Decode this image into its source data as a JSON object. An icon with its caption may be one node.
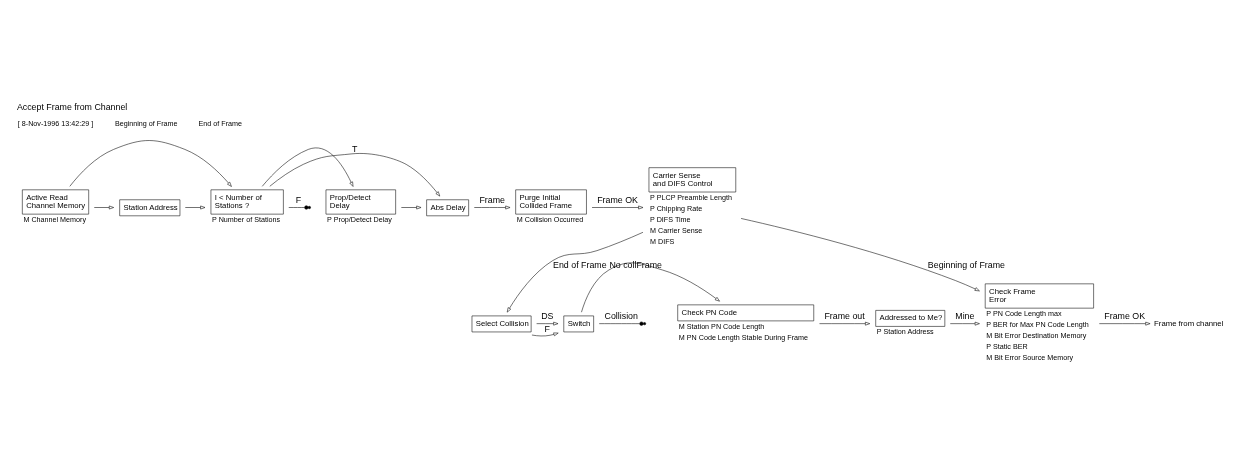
{
  "diagram": {
    "title": "Accept Frame from Channel",
    "nodes": [
      {
        "text": [
          "Active Read Channel Memory"
        ],
        "beside": [
          "M Channel Memory"
        ]
      },
      {
        "text": [
          "Station Address"
        ]
      },
      {
        "text": [
          "I < Number of Stations ?"
        ],
        "beside": [
          "P Number of Stations"
        ]
      },
      {
        "text": [
          "Prop/Detect Delay"
        ],
        "beside": [
          "P Prop/Detect Delay"
        ]
      },
      {
        "text": [
          "Abs Delay"
        ]
      },
      {
        "text": [
          "Purge Initial Collided Frame"
        ],
        "beside": [
          "M Collision Occurred"
        ]
      },
      {
        "text": [
          "Carrier Sense and DIFS Control"
        ],
        "beside": [
          "P PLCP Preamble Length",
          "P Chipping Rate",
          "P DIFS Time",
          "M Carrier Sense",
          "M DIFS"
        ]
      },
      {
        "text": [
          "Select Collision"
        ]
      },
      {
        "text": [
          "Switch"
        ]
      },
      {
        "text": [
          "Check PN Code"
        ],
        "beside": [
          "M Station PN Code Length",
          "M PN Code Length Stable During Frame"
        ]
      },
      {
        "text": [
          "Addressed to Me?"
        ],
        "beside": [
          "P Station Address"
        ]
      },
      {
        "text": [
          "Check Frame Error"
        ],
        "beside": [
          "P PN Code Length max",
          "P BER for Max PN Code Length",
          "M Bit Error Destination Memory",
          "P Static BER",
          "M Bit Error Source Memory"
        ]
      },
      {
        "text": [
          "Frame from channel"
        ]
      }
    ],
    "edges": [
      {
        "from": 0,
        "to": 2,
        "arrow": "to"
      },
      {
        "from": 0,
        "to": 1,
        "arrow": "to"
      },
      {
        "from": 1,
        "to": 2,
        "arrow": "to"
      },
      {
        "from": 2,
        "to": 4,
        "arrow": "to",
        "label": "T"
      },
      {
        "from": 2,
        "to": 3,
        "arrow": "to"
      },
      {
        "from": 3,
        "to": 4,
        "arrow": "to"
      },
      {
        "from": 2,
        "to": null,
        "arrow": "other",
        "label": "F"
      },
      {
        "from": 4,
        "to": 5,
        "arrow": "to",
        "label": "Frame"
      },
      {
        "from": 5,
        "to": 6,
        "arrow": "to",
        "label": "Frame OK"
      },
      {
        "from": 6,
        "to": 11,
        "arrow": "to",
        "label": "Beginning of Frame"
      },
      {
        "from": 6,
        "to": 7,
        "arrow": "to",
        "label": "End of Frame"
      },
      {
        "from": 7,
        "to": 8,
        "arrow": "to",
        "label": "DS"
      },
      {
        "from": 7,
        "to": 8,
        "arrow": "to",
        "label": "F"
      },
      {
        "from": 8,
        "to": null,
        "arrow": "other",
        "label": "Collision"
      },
      {
        "from": 8,
        "to": 9,
        "arrow": "to",
        "label": "No collFrame"
      },
      {
        "from": 9,
        "to": 10,
        "arrow": "to",
        "label": "Frame out"
      },
      {
        "from": 10,
        "to": 11,
        "arrow": "to",
        "label": "Mine"
      },
      {
        "from": 11,
        "to": 12,
        "arrow": "to",
        "label": "Frame OK"
      }
    ],
    "labels": [
      "[ 8-Nov-1996 13:42:29 ]",
      "Beginning of Frame",
      "End of Frame"
    ]
  }
}
